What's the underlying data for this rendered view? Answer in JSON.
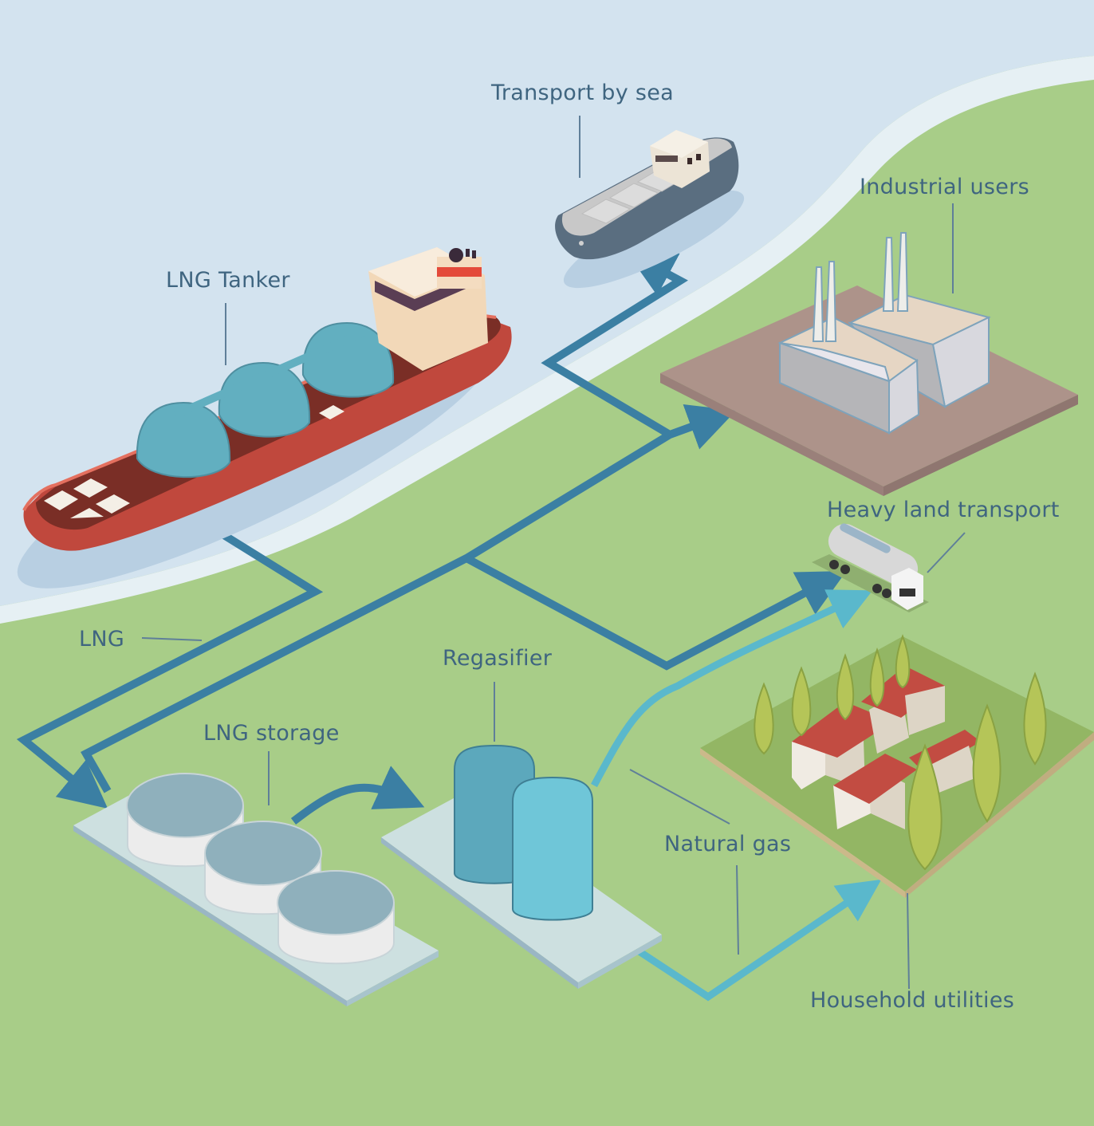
{
  "title": "LNG supply chain",
  "labels": {
    "transport_by_sea": "Transport by sea",
    "lng_tanker": "LNG Tanker",
    "industrial_users": "Industrial users",
    "heavy_land_transport": "Heavy land transport",
    "lng": "LNG",
    "regasifier": "Regasifier",
    "lng_storage": "LNG storage",
    "natural_gas": "Natural gas",
    "household_utilities": "Household utilities"
  },
  "colors": {
    "sea": "#d3e3ef",
    "shore": "#e6f0f4",
    "land": "#a8cd88",
    "lng_pipe": "#3b7fa3",
    "gas_pipe": "#5ab8cc",
    "label_text": "#3f6580",
    "tanker_hull": "#c0483d",
    "tanker_domes": "#62afc0",
    "cargo_ship_hull": "#5a6e80",
    "factory_base": "#ad938a",
    "roof_red": "#c24c42"
  },
  "flows": [
    {
      "from": "LNG Tanker",
      "to": "LNG storage",
      "medium": "LNG"
    },
    {
      "from": "LNG storage",
      "to": "Transport by sea",
      "medium": "LNG"
    },
    {
      "from": "LNG storage",
      "to": "Industrial users",
      "medium": "LNG"
    },
    {
      "from": "LNG storage",
      "to": "Heavy land transport",
      "medium": "LNG"
    },
    {
      "from": "LNG storage",
      "to": "Regasifier",
      "medium": "LNG"
    },
    {
      "from": "Regasifier",
      "to": "Heavy land transport",
      "medium": "Natural gas"
    },
    {
      "from": "Regasifier",
      "to": "Household utilities",
      "medium": "Natural gas"
    }
  ]
}
